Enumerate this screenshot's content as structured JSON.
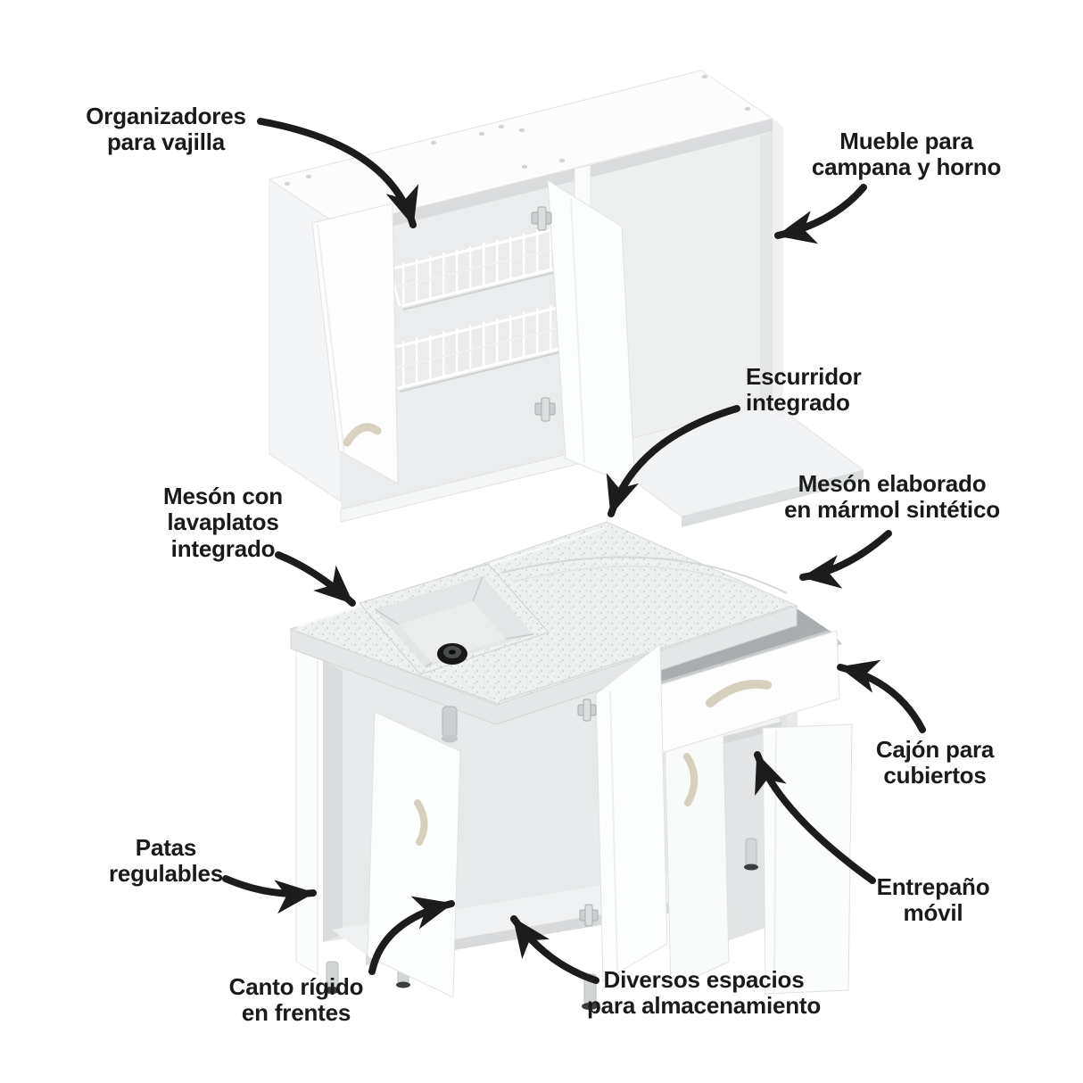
{
  "annotations": {
    "organizadores": {
      "text": "Organizadores\npara vajilla"
    },
    "mueble_campana": {
      "text": "Mueble para\ncampana y horno"
    },
    "escurridor": {
      "text": "Escurridor\nintegrado"
    },
    "meson_marmol": {
      "text": "Mesón elaborado\nen mármol sintético"
    },
    "meson_lavaplatos": {
      "text": "Mesón con\nlavaplatos\nintegrado"
    },
    "cajon": {
      "text": "Cajón para\ncubiertos"
    },
    "patas": {
      "text": "Patas\nregulables"
    },
    "entrepano": {
      "text": "Entrepaño\nmóvil"
    },
    "canto": {
      "text": "Canto rígido\nen frentes"
    },
    "diversos": {
      "text": "Diversos espacios\npara almacenamiento"
    }
  },
  "colors": {
    "background": "#ffffff",
    "ink": "#1c1c1c",
    "furniture_white": "#fcfcfd",
    "furniture_shadow": "#e7e9ea",
    "counter_speckle_base": "#eff1f1",
    "counter_speckle_dot": "#bfc3c4",
    "metal_handle": "#d7d0bf",
    "drain_black": "#161616"
  }
}
